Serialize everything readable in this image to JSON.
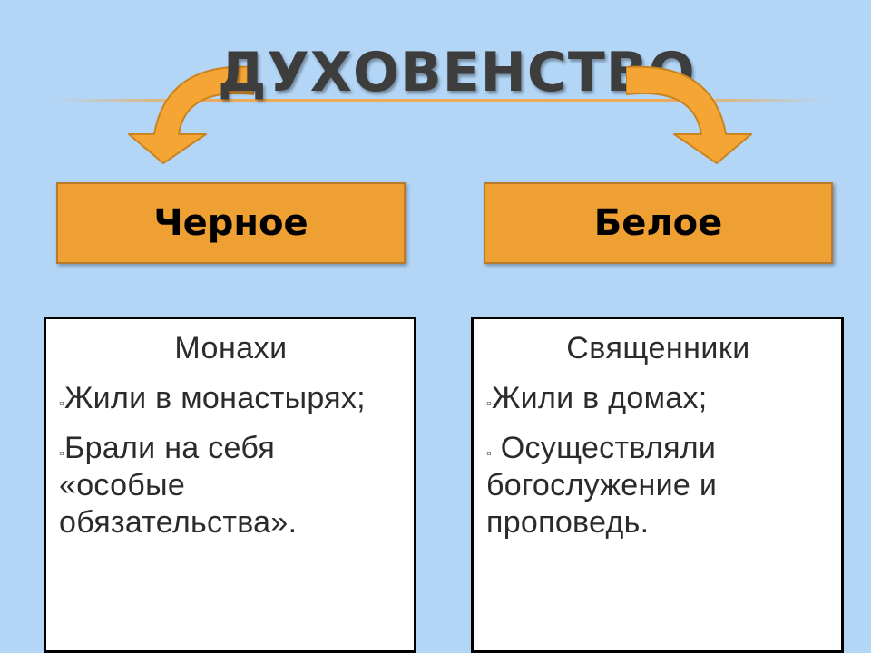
{
  "slide": {
    "title": "ДУХОВЕНСТВО",
    "colors": {
      "background": "#b3d6f7",
      "accent_orange": "#efa032",
      "arrow_orange": "#f4a534",
      "title_text": "#3d3d3d"
    },
    "left": {
      "branch_label": "Черное",
      "heading": "Монахи",
      "items": [
        "Жили в монастырях;",
        "Брали на себя «особые обязательства»."
      ]
    },
    "right": {
      "branch_label": "Белое",
      "heading": "Священники",
      "items": [
        "Жили в домах;",
        " Осуществляли богослужение и проповедь."
      ]
    },
    "bullet_glyph": "▫",
    "icons": [
      "curved-arrow-left-icon",
      "curved-arrow-right-icon"
    ]
  }
}
